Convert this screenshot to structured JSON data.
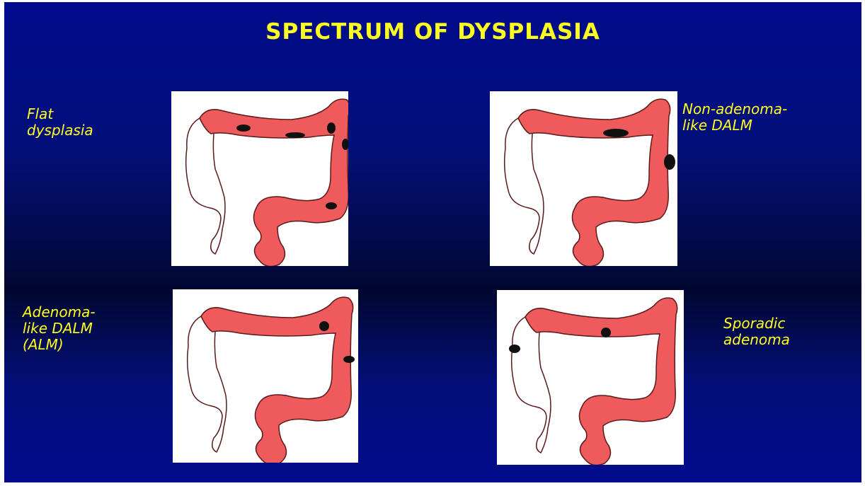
{
  "title": "SPECTRUM OF DYSPLASIA",
  "labels": {
    "flat": "Flat\ndysplasia",
    "non_adenoma": "Non-adenoma-\nlike DALM",
    "adenoma_like": "Adenoma-\nlike DALM\n(ALM)",
    "sporadic": "Sporadic\nadenoma"
  },
  "colors": {
    "title": "#ffff1e",
    "label": "#ffff1e",
    "colon_fill": "#ef5a5c",
    "colon_outline": "#5a1a1a",
    "lesion": "#111111"
  },
  "icons": {
    "colon": "colon-diagram",
    "lesion": "lesion-spot"
  }
}
